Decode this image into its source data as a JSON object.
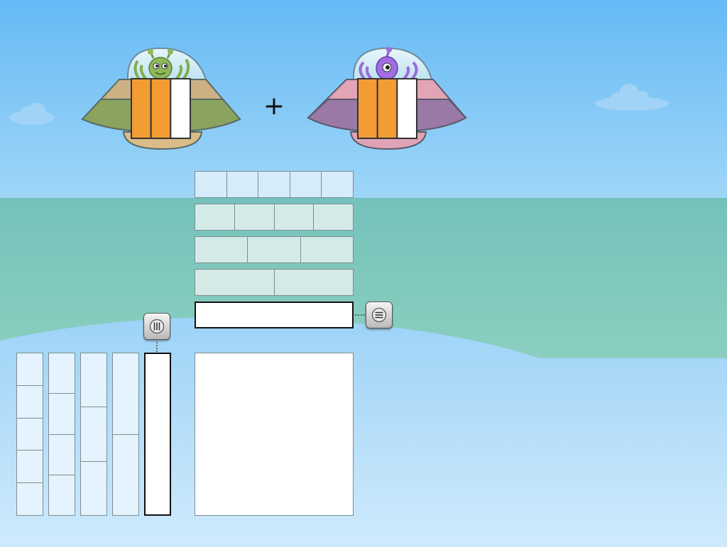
{
  "problem": {
    "operator": "+",
    "addend_left": {
      "numerator": 2,
      "denominator": 3
    },
    "addend_right": {
      "numerator": 2,
      "denominator": 3
    }
  },
  "colors": {
    "filled_part": "#f39c34",
    "empty_part": "#ffffff",
    "sky": "#6fbcf7",
    "strip_fill": "#d3eff0"
  },
  "fraction_strips": {
    "horizontal": [
      5,
      4,
      3,
      2,
      1
    ],
    "vertical": [
      5,
      4,
      3,
      2,
      1
    ],
    "square": 1
  },
  "tools": [
    {
      "icon": "vertical-split-icon",
      "orientation": "vertical"
    },
    {
      "icon": "horizontal-split-icon",
      "orientation": "horizontal"
    }
  ]
}
